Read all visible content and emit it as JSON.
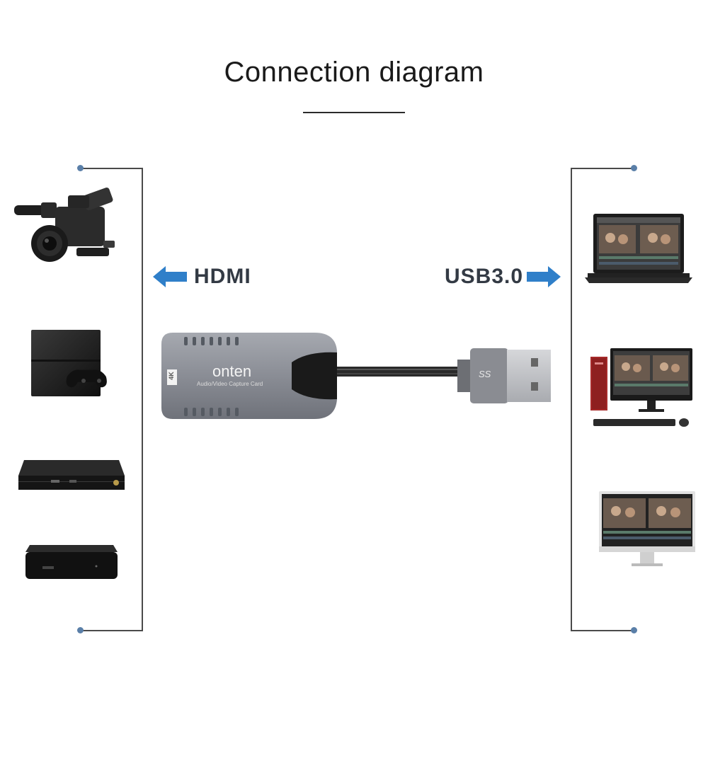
{
  "title": "Connection diagram",
  "left_label": "HDMI",
  "right_label": "USB3.0",
  "device": {
    "brand": "onten",
    "subtitle": "Audio/Video Capture Card",
    "badge": "4K"
  },
  "usb_logo_text": "SS",
  "colors": {
    "arrow": "#2f7fc9",
    "bracket": "#4a4a4a",
    "dot": "#5a7fa8",
    "device_body": "#8a8d95"
  },
  "left_sources": [
    "camcorder-icon",
    "game-console-icon",
    "set-top-box-icon",
    "media-player-icon"
  ],
  "right_targets": [
    "laptop-icon",
    "desktop-pc-icon",
    "all-in-one-monitor-icon"
  ]
}
